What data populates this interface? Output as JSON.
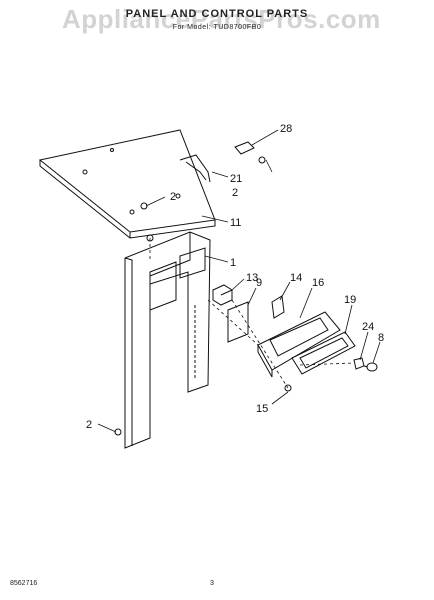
{
  "header": {
    "title": "PANEL AND CONTROL PARTS",
    "model": "For Model: TUD8700FB0"
  },
  "watermark": "AppliancePartsPros.com",
  "callouts": {
    "c28": "28",
    "c21": "21",
    "c2a": "2",
    "c2b": "2",
    "c2c": "2",
    "c11": "11",
    "c1": "1",
    "c13": "13",
    "c9": "9",
    "c14": "14",
    "c16": "16",
    "c19": "19",
    "c24": "24",
    "c8": "8",
    "c15": "15"
  },
  "footer": {
    "doc_number": "8562716",
    "page_number": "3"
  }
}
